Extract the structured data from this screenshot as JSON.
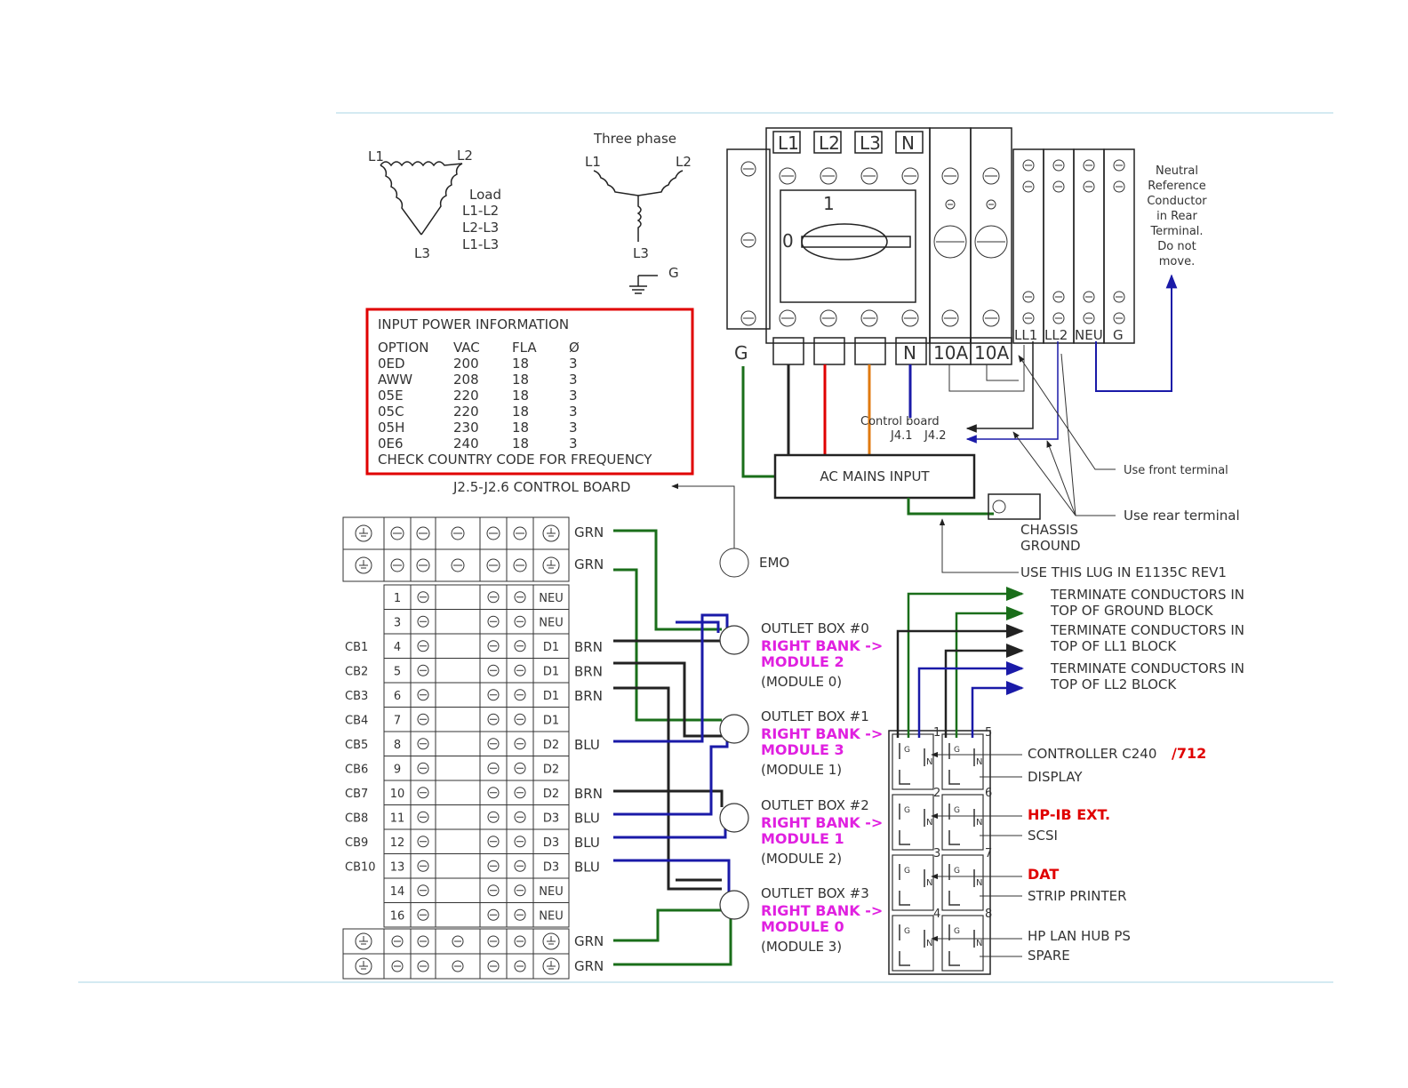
{
  "delta": {
    "l1": "L1",
    "l2": "L2",
    "l3": "L3",
    "load": "Load",
    "pairs": [
      "L1-L2",
      "L2-L3",
      "L1-L3"
    ]
  },
  "wye": {
    "title": "Three phase",
    "l1": "L1",
    "l2": "L2",
    "l3": "L3",
    "g": "G"
  },
  "power_info": {
    "title": "INPUT POWER INFORMATION",
    "headers": [
      "OPTION",
      "VAC",
      "FLA",
      "Ø"
    ],
    "rows": [
      [
        "0ED",
        "200",
        "18",
        "3"
      ],
      [
        "AWW",
        "208",
        "18",
        "3"
      ],
      [
        "05E",
        "220",
        "18",
        "3"
      ],
      [
        "05C",
        "220",
        "18",
        "3"
      ],
      [
        "05H",
        "230",
        "18",
        "3"
      ],
      [
        "0E6",
        "240",
        "18",
        "3"
      ]
    ],
    "footer": "CHECK COUNTRY CODE FOR FREQUENCY"
  },
  "breaker": {
    "top_labels": [
      "L1",
      "L2",
      "L3",
      "N"
    ],
    "handle": "1",
    "off": "0",
    "g": "G",
    "n": "N",
    "fuse_a": "10A",
    "fuse_b": "10A",
    "terminals": [
      "LL1",
      "LL2",
      "NEU",
      "G"
    ]
  },
  "neutral_note": [
    "Neutral",
    "Reference",
    "Conductor",
    "in Rear",
    "Terminal.",
    "Do not",
    "move."
  ],
  "control_board": {
    "title": "Control board",
    "j1": "J4.1",
    "j2": "J4.2"
  },
  "ac_mains": "AC MAINS INPUT",
  "use_front": "Use front terminal",
  "use_rear": "Use rear terminal",
  "chassis": [
    "CHASSIS",
    "GROUND"
  ],
  "use_lug": "USE THIS LUG IN E1135C REV1",
  "j25": "J2.5-J2.6 CONTROL BOARD",
  "emo": "EMO",
  "terminate": [
    [
      "TERMINATE CONDUCTORS IN",
      "TOP OF GROUND BLOCK"
    ],
    [
      "TERMINATE CONDUCTORS IN",
      "TOP OF LL1 BLOCK"
    ],
    [
      "TERMINATE CONDUCTORS IN",
      "TOP OF LL2 BLOCK"
    ]
  ],
  "strip": {
    "grn": "GRN",
    "rows": [
      {
        "cb": "",
        "num": "1",
        "tag": "NEU",
        "wire": ""
      },
      {
        "cb": "",
        "num": "3",
        "tag": "NEU",
        "wire": ""
      },
      {
        "cb": "CB1",
        "num": "4",
        "tag": "D1",
        "wire": "BRN"
      },
      {
        "cb": "CB2",
        "num": "5",
        "tag": "D1",
        "wire": "BRN"
      },
      {
        "cb": "CB3",
        "num": "6",
        "tag": "D1",
        "wire": "BRN"
      },
      {
        "cb": "CB4",
        "num": "7",
        "tag": "D1",
        "wire": ""
      },
      {
        "cb": "CB5",
        "num": "8",
        "tag": "D2",
        "wire": "BLU"
      },
      {
        "cb": "CB6",
        "num": "9",
        "tag": "D2",
        "wire": ""
      },
      {
        "cb": "CB7",
        "num": "10",
        "tag": "D2",
        "wire": "BRN"
      },
      {
        "cb": "CB8",
        "num": "11",
        "tag": "D3",
        "wire": "BLU"
      },
      {
        "cb": "CB9",
        "num": "12",
        "tag": "D3",
        "wire": "BLU"
      },
      {
        "cb": "CB10",
        "num": "13",
        "tag": "D3",
        "wire": "BLU"
      },
      {
        "cb": "",
        "num": "14",
        "tag": "NEU",
        "wire": ""
      },
      {
        "cb": "",
        "num": "16",
        "tag": "NEU",
        "wire": ""
      }
    ]
  },
  "outlets": [
    {
      "title": "OUTLET BOX #0",
      "bank": "RIGHT BANK ->",
      "module": "MODULE 2",
      "paren": "(MODULE 0)"
    },
    {
      "title": "OUTLET BOX #1",
      "bank": "RIGHT BANK ->",
      "module": "MODULE 3",
      "paren": "(MODULE 1)"
    },
    {
      "title": "OUTLET BOX #2",
      "bank": "RIGHT BANK ->",
      "module": "MODULE 1",
      "paren": "(MODULE 2)"
    },
    {
      "title": "OUTLET BOX #3",
      "bank": "RIGHT BANK ->",
      "module": "MODULE 0",
      "paren": "(MODULE 3)"
    }
  ],
  "receptacle_nums": [
    "1",
    "5",
    "2",
    "6",
    "3",
    "7",
    "4",
    "8"
  ],
  "devices": {
    "controller": "CONTROLLER C240",
    "controller_red": "/712",
    "display": "DISPLAY",
    "hpib": "HP-IB EXT.",
    "scsi": "SCSI",
    "dat": "DAT",
    "strip_printer": "STRIP PRINTER",
    "lan": "HP LAN HUB PS",
    "spare": "SPARE"
  },
  "colors": {
    "green": "#1a6e1a",
    "blue": "#1a1aa8",
    "red": "#e00000",
    "orange": "#e07a10",
    "magenta": "#e020e0",
    "rule": "#a8d4e6"
  }
}
